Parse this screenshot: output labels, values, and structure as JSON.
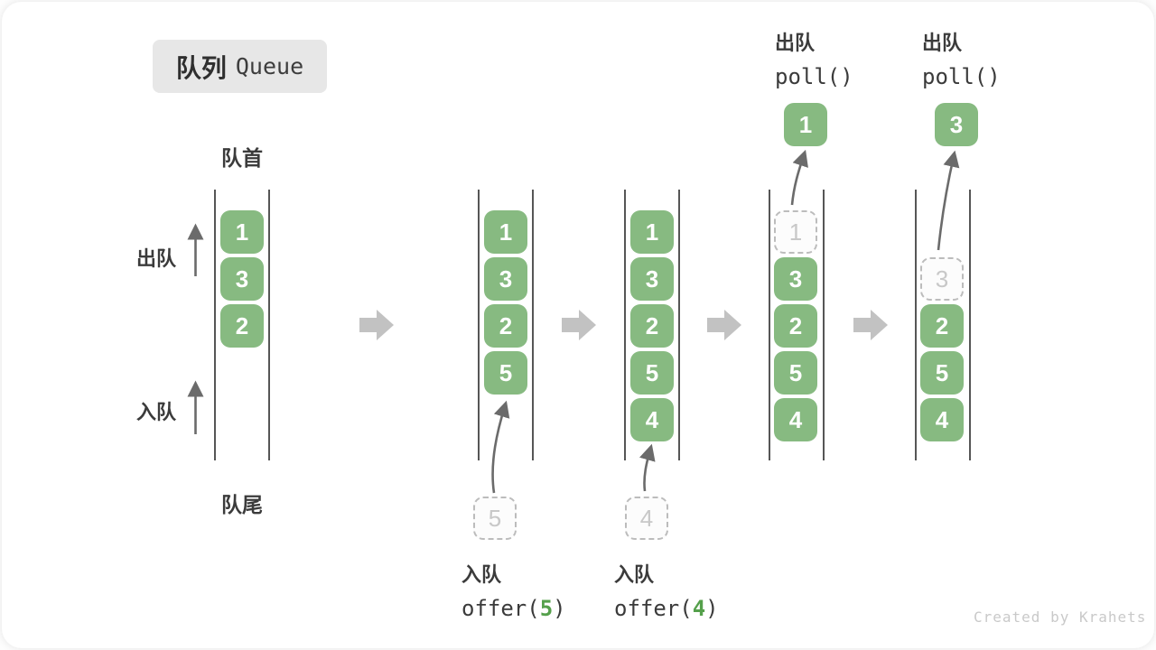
{
  "title": {
    "zh": "队列",
    "en": "Queue"
  },
  "labels": {
    "front": "队首",
    "rear": "队尾",
    "dequeue": "出队",
    "enqueue": "入队"
  },
  "ops": {
    "enqueue5": {
      "label": "入队",
      "code_pre": "offer(",
      "arg": "5",
      "code_post": ")"
    },
    "enqueue4": {
      "label": "入队",
      "code_pre": "offer(",
      "arg": "4",
      "code_post": ")"
    },
    "poll1": {
      "label": "出队",
      "code": "poll()"
    },
    "poll2": {
      "label": "出队",
      "code": "poll()"
    }
  },
  "states": [
    {
      "cells": [
        "1",
        "3",
        "2"
      ]
    },
    {
      "cells": [
        "1",
        "3",
        "2",
        "5"
      ],
      "incoming": "5"
    },
    {
      "cells": [
        "1",
        "3",
        "2",
        "5",
        "4"
      ],
      "incoming": "4"
    },
    {
      "cells": [
        "3",
        "2",
        "5",
        "4"
      ],
      "ghost": "1",
      "outgoing": "1"
    },
    {
      "cells": [
        "2",
        "5",
        "4"
      ],
      "ghost": "3",
      "outgoing": "3"
    }
  ],
  "watermark": "Created by Krahets",
  "colors": {
    "cell_green": "#87ba81",
    "code_green": "#55a04b",
    "block_arrow": "#c2c2c2",
    "thin_arrow": "#6b6b6b",
    "ghost_gray": "#c8c8c8",
    "badge_bg": "#e7e7e7",
    "text": "#3b3b3b"
  }
}
